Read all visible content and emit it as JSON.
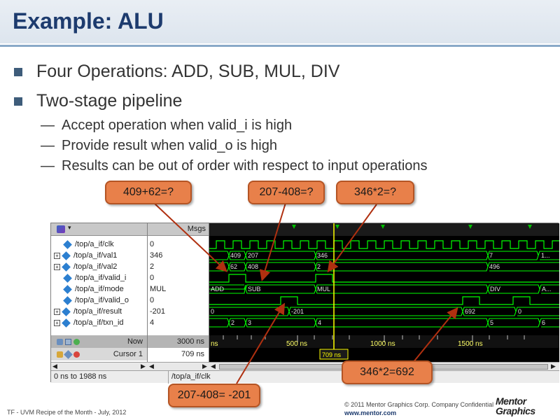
{
  "slide": {
    "title": "Example: ALU",
    "bullets": [
      "Four Operations: ADD, SUB, MUL, DIV",
      "Two-stage pipeline"
    ],
    "sub_bullets": [
      "Accept operation when valid_i is high",
      "Provide result when valid_o is high",
      "Results can be out of order with respect to input operations"
    ],
    "sub_marker": "—"
  },
  "callouts": {
    "c1": "409+62=?",
    "c2": "207-408=?",
    "c3": "346*2=?",
    "c4": "346*2=692",
    "c5": "207-408= -201"
  },
  "wave": {
    "msgs_label": "Msgs",
    "signals": [
      {
        "name": "/top/a_if/clk",
        "value": "0",
        "expandable": false
      },
      {
        "name": "/top/a_if/val1",
        "value": "346",
        "expandable": true
      },
      {
        "name": "/top/a_if/val2",
        "value": "2",
        "expandable": true
      },
      {
        "name": "/top/a_if/valid_i",
        "value": "0",
        "expandable": false
      },
      {
        "name": "/top/a_if/mode",
        "value": "MUL",
        "expandable": false
      },
      {
        "name": "/top/a_if/valid_o",
        "value": "0",
        "expandable": false
      },
      {
        "name": "/top/a_if/result",
        "value": "-201",
        "expandable": true
      },
      {
        "name": "/top/a_if/txn_id",
        "value": "4",
        "expandable": true
      }
    ],
    "now_label": "Now",
    "now_value": "3000 ns",
    "cursor_label": "Cursor 1",
    "cursor_value": "709 ns",
    "cursor_marker": "709 ns",
    "time_ticks": [
      "ns",
      "500 ns",
      "1000 ns",
      "1500 ns"
    ],
    "bus_labels": {
      "val1": [
        "409",
        "207",
        "346",
        "7",
        "1..."
      ],
      "val2": [
        "62",
        "408",
        "2",
        "496"
      ],
      "mode": [
        "ADD",
        "SUB",
        "MUL",
        "DIV",
        "A..."
      ],
      "result": [
        "0",
        "-201",
        "692",
        "0"
      ],
      "txn_id": [
        "2",
        "3",
        "4",
        "5",
        "6"
      ]
    },
    "status_range": "0 ns to 1988 ns",
    "status_signal": "/top/a_if/clk",
    "colors": {
      "wave": "#00ff00",
      "cursor": "#ffff00",
      "background": "#000000"
    }
  },
  "footer": {
    "left": "TF - UVM Recipe of the Month - July, 2012",
    "copyright": "© 2011 Mentor Graphics Corp. Company Confidential",
    "url": "www.mentor.com",
    "logo_line1": "Mentor",
    "logo_line2": "Graphics"
  }
}
